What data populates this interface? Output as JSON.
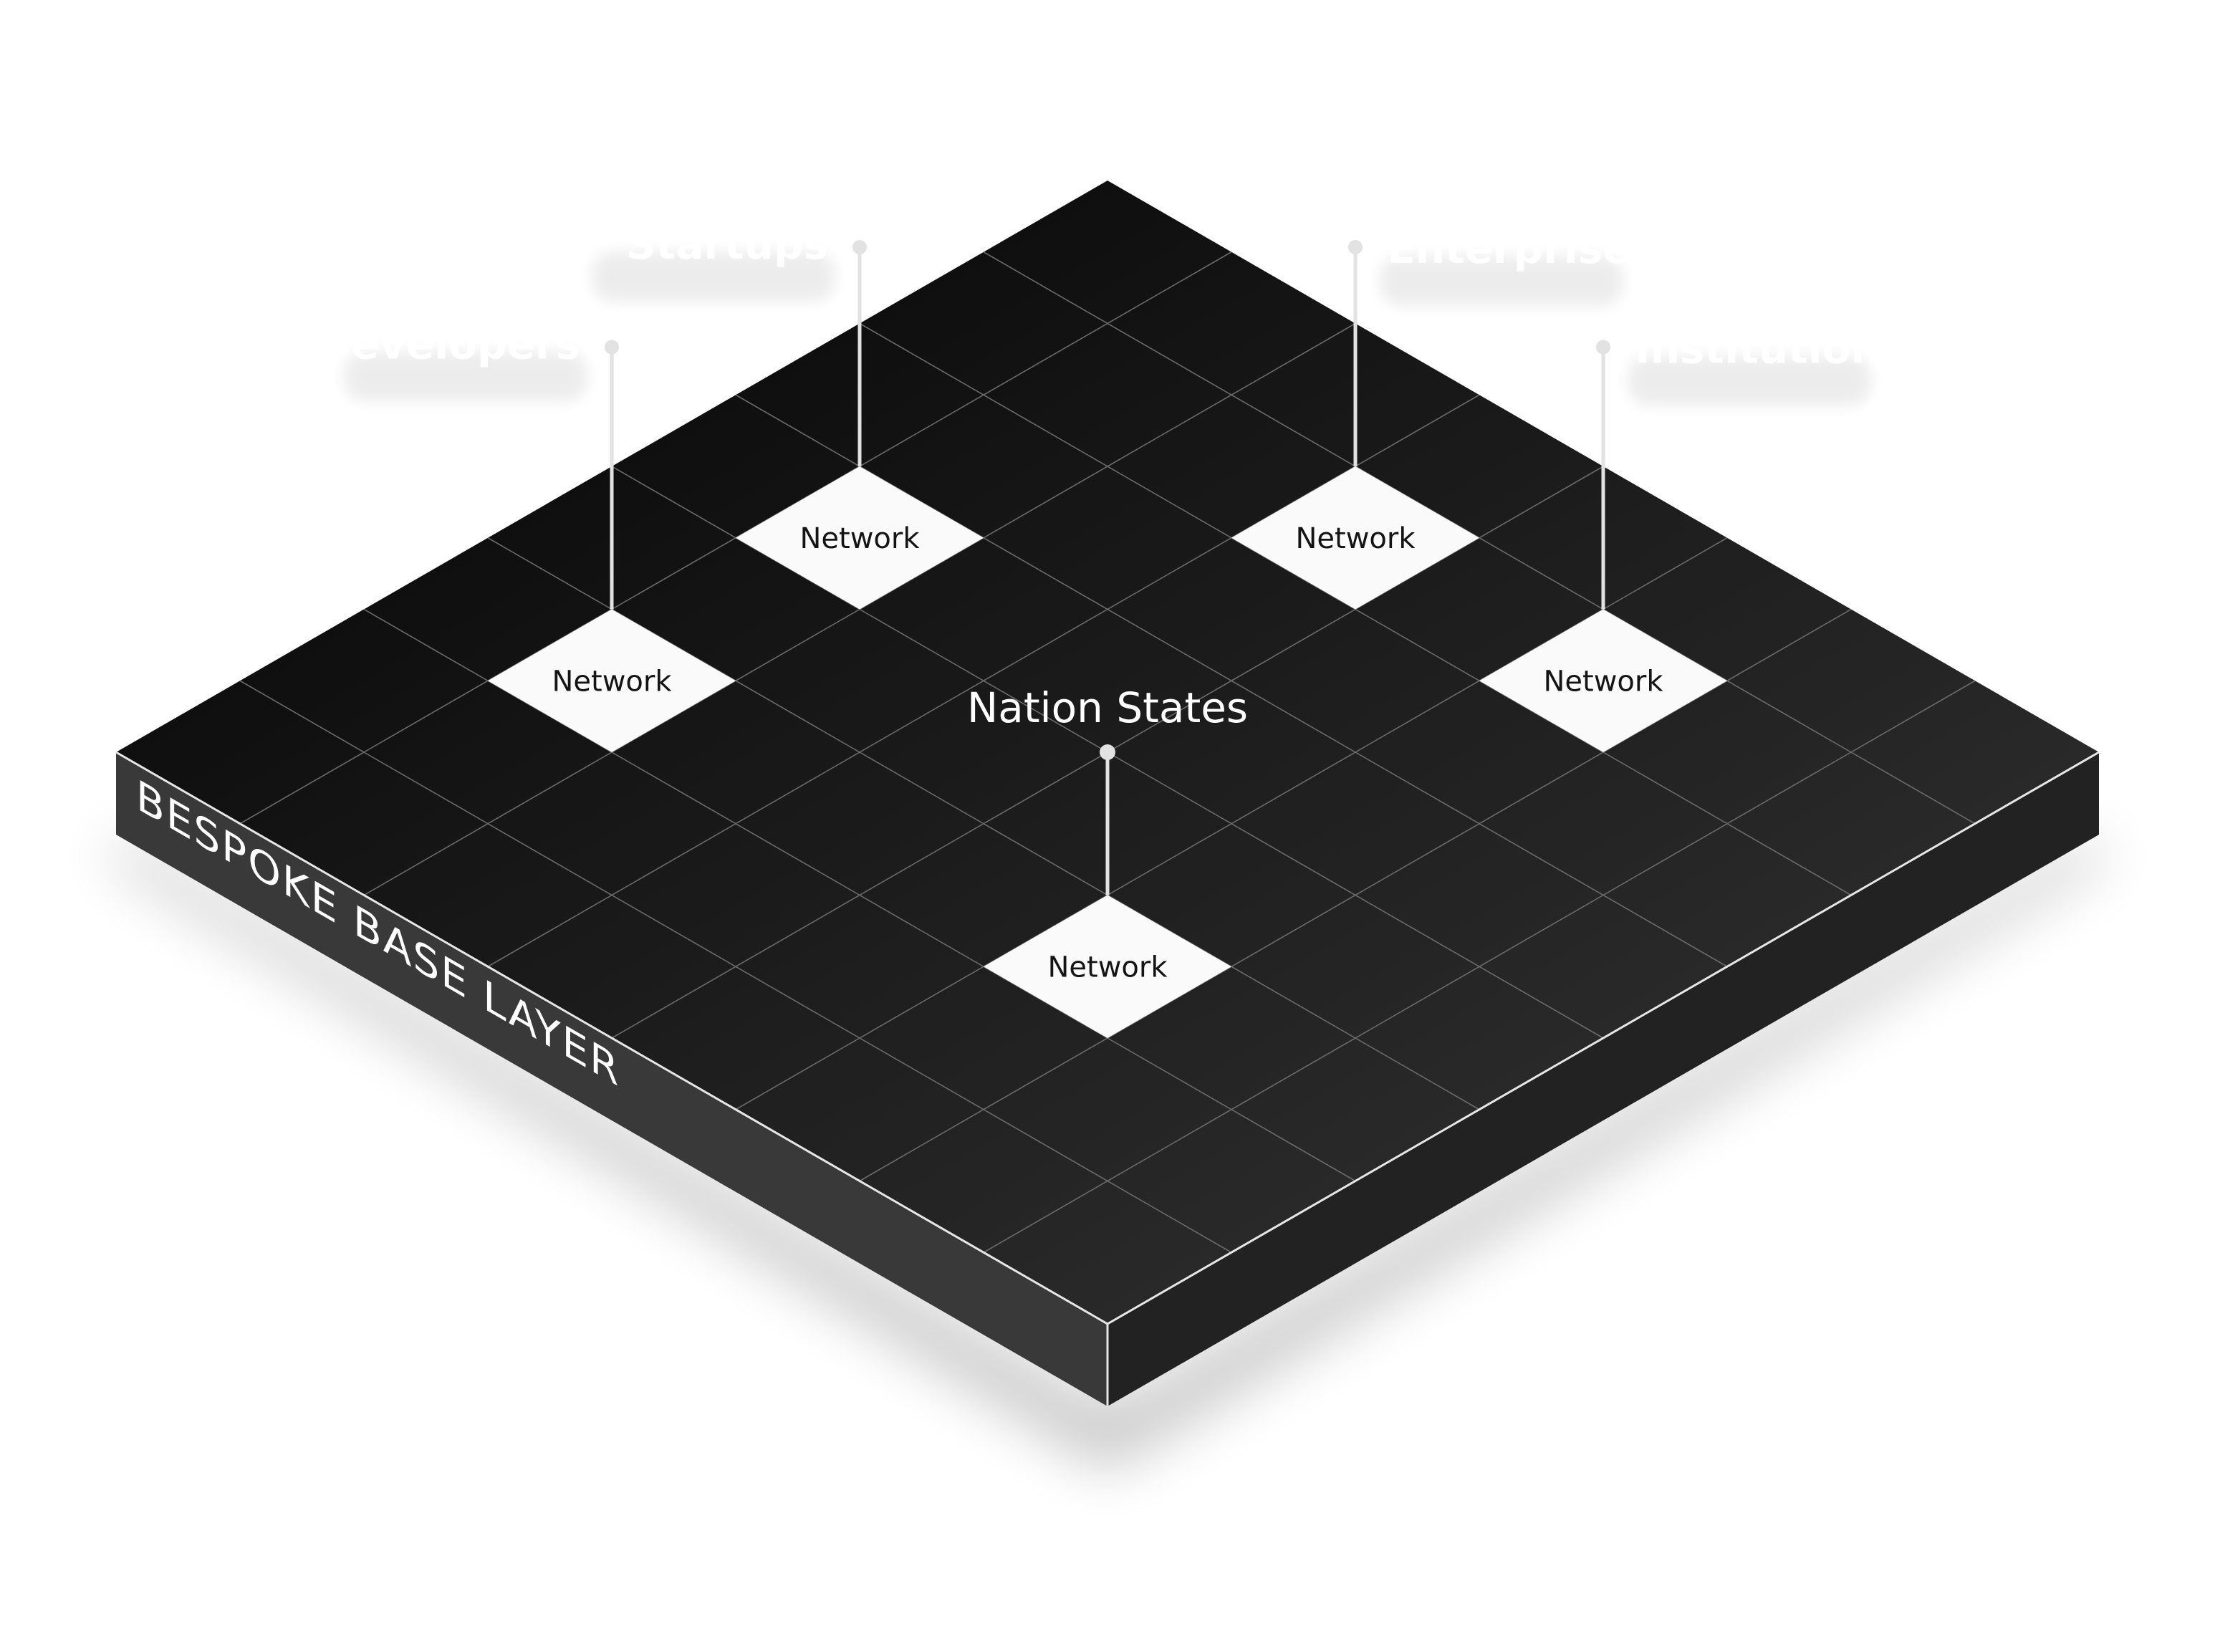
{
  "diagram": {
    "title": "Bespoke Base Layer",
    "base_layer_label": "BESPOKE BASE LAYER",
    "grid": {
      "rows": 8,
      "cols": 8
    },
    "colors": {
      "background": "#ffffff",
      "top_face_start": "#020202",
      "top_face_end": "#363636",
      "left_wall": "#393939",
      "right_wall": "#222222",
      "grid_lines": "#6a6a6a",
      "edge_highlight": "#e6e6e6",
      "network_tile": "#fafafa",
      "network_text": "#141414",
      "pin": "#e2e2e2",
      "ghost_label": "#ffffff"
    },
    "network_tile_label": "Network",
    "segments": [
      {
        "id": "developers",
        "label": "Developers",
        "style": "ghost",
        "label_side": "left",
        "tile": {
          "i": 1,
          "j": 5
        },
        "tile_label": "Network"
      },
      {
        "id": "startups",
        "label": "Startups",
        "style": "ghost",
        "label_side": "left",
        "tile": {
          "i": 1,
          "j": 3
        },
        "tile_label": "Network"
      },
      {
        "id": "enterprises",
        "label": "Enterprises",
        "style": "ghost",
        "label_side": "right",
        "tile": {
          "i": 3,
          "j": 1
        },
        "tile_label": "Network"
      },
      {
        "id": "institutions",
        "label": "Institutions",
        "style": "ghost",
        "label_side": "right",
        "tile": {
          "i": 5,
          "j": 1
        },
        "tile_label": "Network"
      },
      {
        "id": "nation-states",
        "label": "Nation States",
        "style": "solid",
        "label_side": "center",
        "tile": {
          "i": 5,
          "j": 5
        },
        "tile_label": "Network"
      }
    ]
  }
}
